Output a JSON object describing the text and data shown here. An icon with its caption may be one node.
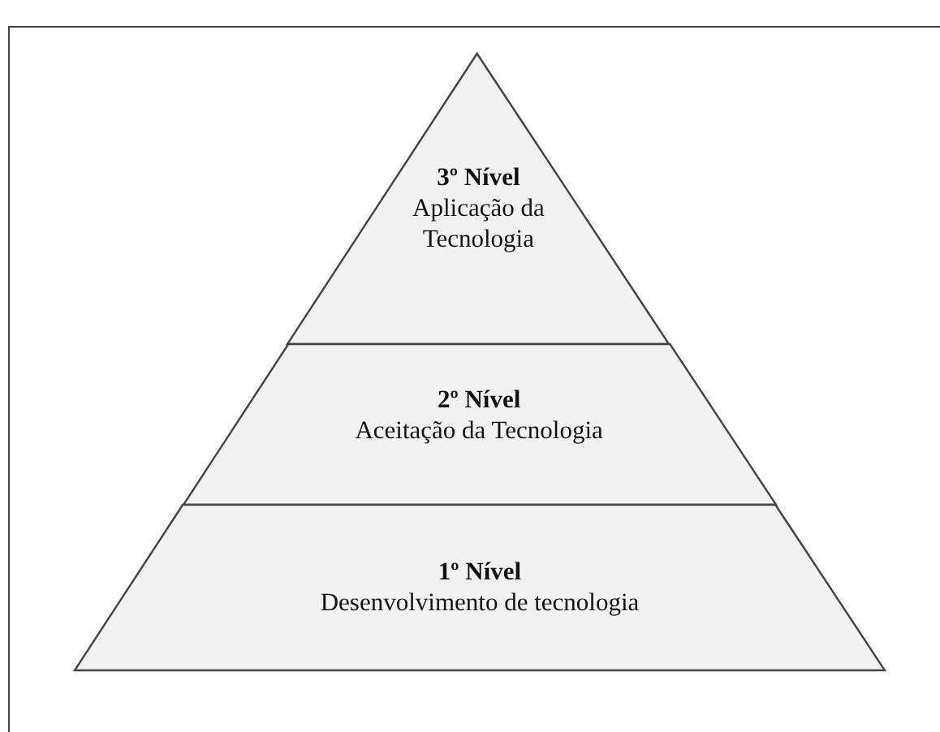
{
  "diagram": {
    "nodes": [
      {
        "text": [
          "3º Nível",
          "Aplicação da Tecnologia"
        ]
      },
      {
        "text": [
          "2º Nível",
          "Aceitação da Tecnologia"
        ]
      },
      {
        "text": [
          "1º Nível",
          "Desenvolvimento de tecnologia"
        ]
      }
    ],
    "edges": []
  }
}
